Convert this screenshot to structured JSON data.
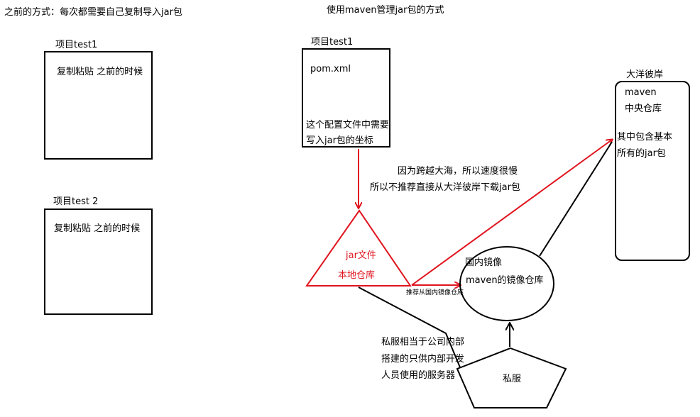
{
  "headings": {
    "left": "之前的方式：每次都需要自己复制导入jar包",
    "center": "使用maven管理jar包的方式"
  },
  "project1": {
    "title": "项目test1",
    "content": "复制粘贴  之前的时候"
  },
  "project2": {
    "title": "项目test 2",
    "content": "复制粘贴  之前的时候"
  },
  "maven_project": {
    "title": "项目test1",
    "file": "pom.xml",
    "note_line1": "这个配置文件中需要",
    "note_line2": "写入jar包的坐标"
  },
  "local_repo": {
    "line1": "jar文件",
    "line2": "本地仓库"
  },
  "central_repo": {
    "title": "大洋彼岸",
    "line1": "maven",
    "line2": "中央仓库",
    "line3": "其中包含基本",
    "line4": "所有的jar包"
  },
  "ocean_note": {
    "line1": "因为跨越大海，所以速度很慢",
    "line2": "所以不推荐直接从大洋彼岸下载jar包"
  },
  "mirror": {
    "line1": "国内镜像",
    "line2": "maven的镜像仓库"
  },
  "mirror_arrow_label": "推荐从国内镜像仓库",
  "private_server": {
    "label": "私服",
    "note_line1": "私服相当于公司内部",
    "note_line2": "搭建的只供内部开发",
    "note_line3": "人员使用的服务器"
  },
  "colors": {
    "red": "#e0141e",
    "black": "#000000"
  }
}
